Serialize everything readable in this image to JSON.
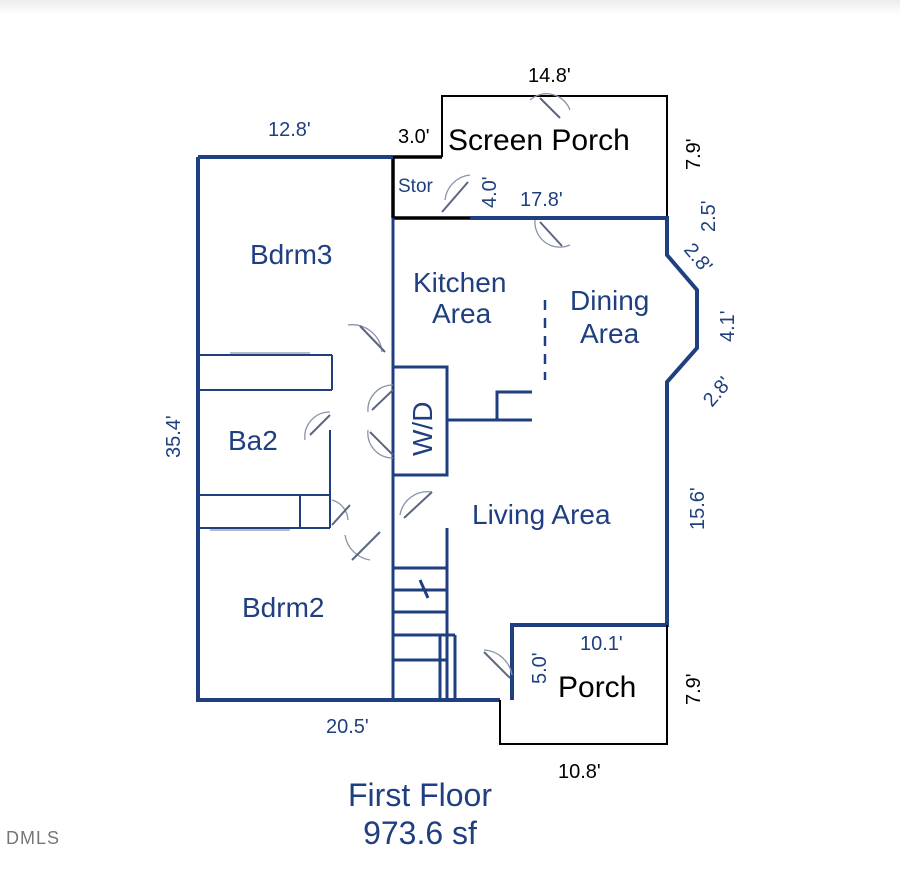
{
  "rooms": {
    "screen_porch": "Screen Porch",
    "stor": "Stor",
    "bdrm3": "Bdrm3",
    "kitchen_line1": "Kitchen",
    "kitchen_line2": "Area",
    "dining_line1": "Dining",
    "dining_line2": "Area",
    "wd": "W/D",
    "ba2": "Ba2",
    "living": "Living Area",
    "bdrm2": "Bdrm2",
    "porch": "Porch"
  },
  "dimensions": {
    "screen_porch_width": "14.8'",
    "screen_porch_depth": "7.9'",
    "stor_width": "3.0'",
    "stor_depth": "4.0'",
    "left_top": "12.8'",
    "dining_wall": "17.8'",
    "right_upper": "2.5'",
    "bay_upper": "2.8'",
    "bay_middle": "4.1'",
    "bay_lower": "2.8'",
    "right_lower": "15.6'",
    "left_side": "35.4'",
    "bottom": "20.5'",
    "porch_top": "10.1'",
    "porch_side": "5.0'",
    "porch_depth": "7.9'",
    "porch_bottom": "10.8'"
  },
  "footer": {
    "floor": "First Floor",
    "area": "973.6 sf"
  },
  "watermark": "DMLS",
  "colors": {
    "wall": "#1f3f80",
    "exterior_porch": "#000000",
    "door_swing": "#8a94a8"
  }
}
